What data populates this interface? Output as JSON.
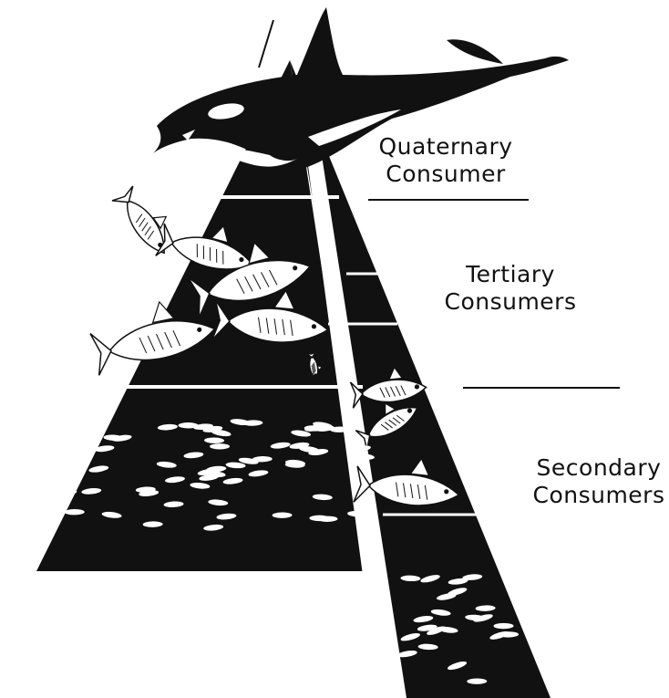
{
  "colors": {
    "ink": "#111111",
    "paper": "#ffffff"
  },
  "levels": [
    {
      "id": "quaternary",
      "line1": "Quaternary",
      "line2": "Consumer"
    },
    {
      "id": "tertiary",
      "line1": "Tertiary",
      "line2": "Consumers"
    },
    {
      "id": "secondary",
      "line1": "Secondary",
      "line2": "Consumers"
    }
  ],
  "icons": [
    "orca-icon",
    "fish-icon",
    "small-fish-icon"
  ]
}
